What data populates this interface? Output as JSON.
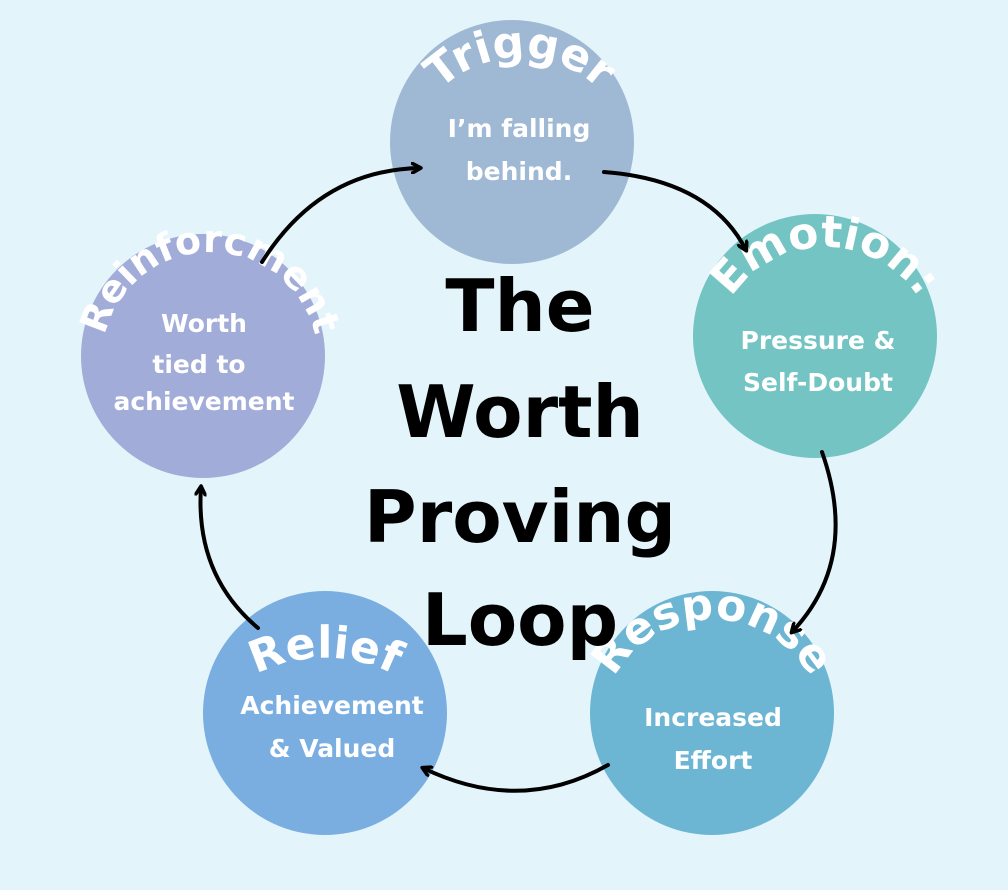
{
  "center_title": {
    "line1": "The",
    "line2": "Worth",
    "line3": "Proving",
    "line4": "Loop"
  },
  "nodes": {
    "trigger": {
      "title": "Trigger",
      "line1": "I’m falling",
      "line2": "behind.",
      "color": "#9fb8d4"
    },
    "emotion": {
      "title": "Emotion:",
      "line1": "Pressure &",
      "line2": "Self-Doubt",
      "color": "#74c4c4"
    },
    "response": {
      "title": "Response",
      "line1": "Increased",
      "line2": "Effort",
      "color": "#6cb6d3"
    },
    "relief": {
      "title": "Relief",
      "line1": "Achievement",
      "line2": "& Valued",
      "color": "#7aaee0"
    },
    "reinforcement": {
      "title": "Reinforcment",
      "line1": "Worth",
      "line2": "tied to",
      "line3": "achievement",
      "color": "#a2acd8"
    }
  },
  "colors": {
    "background": "#e4f4fb",
    "arrow": "#000000",
    "node_text": "#ffffff",
    "title_text": "#000000"
  }
}
